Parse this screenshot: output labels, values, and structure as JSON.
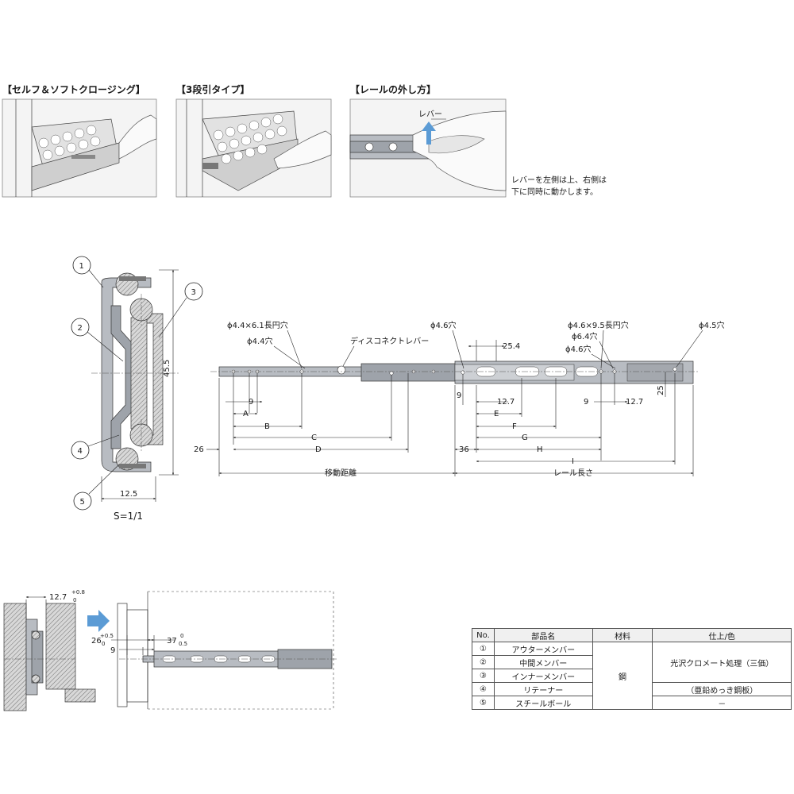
{
  "photos": {
    "self_soft_closing": "【セルフ＆ソフトクロージング】",
    "three_stage": "【3段引タイプ】",
    "removal": "【レールの外し方】",
    "lever": "レバー",
    "removal_note_1": "レバーを左側は上、右側は",
    "removal_note_2": "下に同時に動かします。"
  },
  "cross_section": {
    "callouts": [
      "1",
      "2",
      "3",
      "4",
      "5"
    ],
    "height": "45.5",
    "width": "12.5",
    "scale": "S=1/1"
  },
  "side_view": {
    "slot_hole_left": "ϕ4.4×6.1長円穴",
    "hole_44": "ϕ4.4穴",
    "disconnect_lever": "ディスコネクトレバー",
    "hole_46_a": "ϕ4.6穴",
    "dim_254": "25.4",
    "slot_hole_right": "ϕ4.6×9.5長円穴",
    "hole_64": "ϕ6.4穴",
    "hole_46_b": "ϕ4.6穴",
    "hole_45": "ϕ4.5穴",
    "dim_25": "25",
    "dim_9_left": "9",
    "dim_A": "A",
    "dim_B": "B",
    "dim_C": "C",
    "dim_D": "D",
    "dim_26": "26",
    "dim_9_mid": "9",
    "dim_127_mid": "12.7",
    "dim_E": "E",
    "dim_F": "F",
    "dim_G": "G",
    "dim_H": "H",
    "dim_I": "I",
    "dim_36": "36",
    "dim_9_right": "9",
    "dim_127_right": "12.7",
    "travel": "移動距離",
    "rail_length": "レール長さ"
  },
  "install": {
    "dim_127": "12.7",
    "tol_127_upper": "+0.8",
    "tol_127_lower": "0",
    "dim_26": "26",
    "tol_26_upper": "+0.5",
    "tol_26_lower": "0",
    "dim_9": "9",
    "dim_37": "37",
    "tol_37_upper": "0",
    "tol_37_lower": "0.5",
    "arrow_color": "#5b9bd5"
  },
  "table": {
    "headers": [
      "No.",
      "部品名",
      "材料",
      "仕上/色"
    ],
    "rows": [
      {
        "no": "①",
        "name": "アウターメンバー"
      },
      {
        "no": "②",
        "name": "中間メンバー"
      },
      {
        "no": "③",
        "name": "インナーメンバー"
      },
      {
        "no": "④",
        "name": "リテーナー"
      },
      {
        "no": "⑤",
        "name": "スチールボール"
      }
    ],
    "material": "鋼",
    "finish_main": "光沢クロメート処理（三価）",
    "finish_retainer": "（亜鉛めっき鋼板）",
    "finish_ball": "－"
  }
}
